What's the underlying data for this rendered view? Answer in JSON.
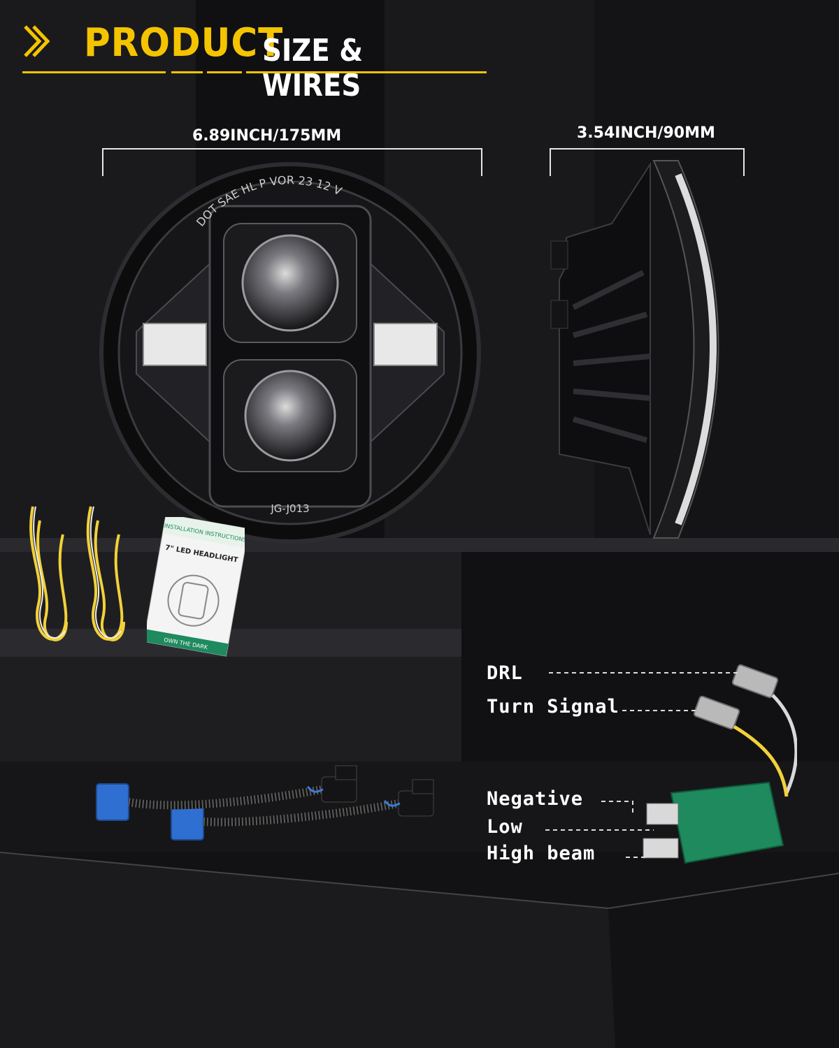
{
  "header": {
    "title_accent": "PRODUCT",
    "title_rest": "SIZE & WIRES",
    "accent_color": "#f5c400"
  },
  "dimensions": {
    "width_label": "6.89INCH/175MM",
    "depth_label": "3.54INCH/90MM"
  },
  "headlight": {
    "ring_text": "DOT SAE HL P VOR 23 12 V",
    "model": "JG-J013"
  },
  "manual": {
    "title": "7\" LED HEADLIGHT",
    "header_text": "INSTALLATION INSTRUCTIONS",
    "footer_text": "OWN THE DARK"
  },
  "wire_labels": [
    "DRL",
    "Turn Signal",
    "Negative",
    "Low",
    "High beam"
  ],
  "colors": {
    "plug": "#1e8a5e",
    "connector": "#2f6fd1",
    "wire_yellow": "#f2d13a"
  }
}
